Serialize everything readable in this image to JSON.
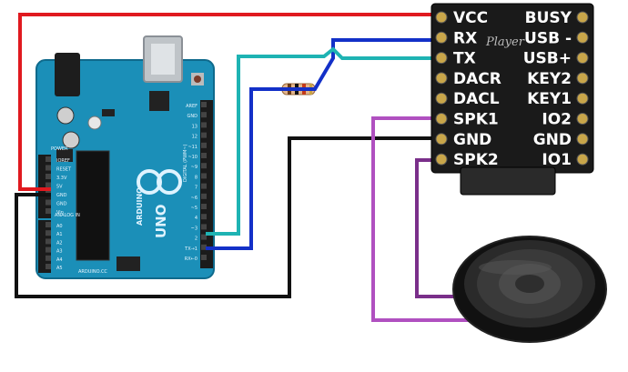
{
  "dfplayer": {
    "brand": "Player",
    "pins_left": [
      "VCC",
      "RX",
      "TX",
      "DACR",
      "DACL",
      "SPK1",
      "GND",
      "SPK2"
    ],
    "pins_right": [
      "BUSY",
      "USB -",
      "USB+",
      "KEY2",
      "KEY1",
      "IO2",
      "GND",
      "IO1"
    ]
  },
  "arduino": {
    "logo_text": "UNO",
    "brand_text": "ARDUINO",
    "power_labels": [
      "IOREF",
      "RESET",
      "3.3V",
      "5V",
      "GND",
      "GND",
      "Vin"
    ],
    "power_header_title": "POWER",
    "analog_labels": [
      "A0",
      "A1",
      "A2",
      "A3",
      "A4",
      "A5"
    ],
    "analog_header_title": "ANALOG IN",
    "digital_labels": [
      "AREF",
      "GND",
      "13",
      "12",
      "~11",
      "~10",
      "~9",
      "8",
      "7",
      "~6",
      "~5",
      "4",
      "~3",
      "2",
      "TX→1",
      "RX←0"
    ],
    "digital_header_title": "DIGITAL (PWM~)",
    "footer_text": "ARDUINO.CC"
  },
  "colors": {
    "wire_vcc": "#e0191f",
    "wire_rx": "#1330c8",
    "wire_tx": "#1eb3b3",
    "wire_gnd": "#111111",
    "wire_spk": "#a040b0",
    "board": "#1b8fb8",
    "module": "#1a1a1a"
  }
}
